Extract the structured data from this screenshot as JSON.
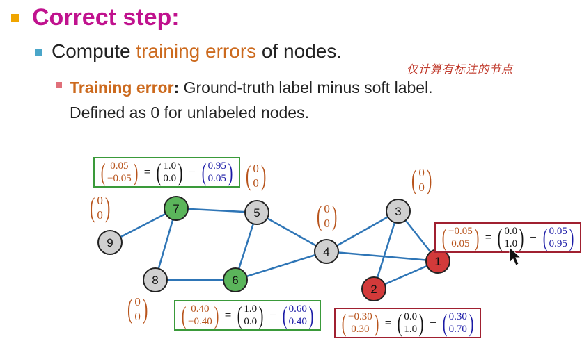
{
  "heading": "Correct step:",
  "line2": {
    "prefix": "Compute ",
    "highlight": "training errors",
    "suffix": " of nodes."
  },
  "line3": {
    "term": "Training error",
    "colon": ":",
    "text1": " Ground-truth label minus soft label.",
    "text2": "Defined as 0 for unlabeled nodes."
  },
  "annotation": "仅计算有标注的节点",
  "colors": {
    "heading": "#c0128e",
    "bullet1": "#f0a500",
    "bullet2": "#4aa6c9",
    "bullet3": "#e0707a",
    "accent": "#cc6a1e",
    "edge": "#2e75b6",
    "node_gray": "#d0d0d0",
    "node_green": "#5bb55b",
    "node_red": "#d23a3a",
    "box_green": "#3a9a3a",
    "box_red": "#a02030"
  },
  "nodes": [
    {
      "id": "1",
      "label": "1",
      "color": "red"
    },
    {
      "id": "2",
      "label": "2",
      "color": "red"
    },
    {
      "id": "3",
      "label": "3",
      "color": "gray"
    },
    {
      "id": "4",
      "label": "4",
      "color": "gray"
    },
    {
      "id": "5",
      "label": "5",
      "color": "gray"
    },
    {
      "id": "6",
      "label": "6",
      "color": "green"
    },
    {
      "id": "7",
      "label": "7",
      "color": "green"
    },
    {
      "id": "8",
      "label": "8",
      "color": "gray"
    },
    {
      "id": "9",
      "label": "9",
      "color": "gray"
    }
  ],
  "edges": [
    [
      "9",
      "7"
    ],
    [
      "7",
      "5"
    ],
    [
      "7",
      "8"
    ],
    [
      "8",
      "6"
    ],
    [
      "6",
      "5"
    ],
    [
      "6",
      "4"
    ],
    [
      "5",
      "4"
    ],
    [
      "4",
      "3"
    ],
    [
      "4",
      "1"
    ],
    [
      "3",
      "1"
    ],
    [
      "3",
      "2"
    ],
    [
      "2",
      "1"
    ]
  ],
  "equations": {
    "node7": {
      "lhs": [
        "0.05",
        "−0.05"
      ],
      "truth": [
        "1.0",
        "0.0"
      ],
      "soft": [
        "0.95",
        "0.05"
      ]
    },
    "node6": {
      "lhs": [
        "0.40",
        "−0.40"
      ],
      "truth": [
        "1.0",
        "0.0"
      ],
      "soft": [
        "0.60",
        "0.40"
      ]
    },
    "node1": {
      "lhs": [
        "−0.05",
        "0.05"
      ],
      "truth": [
        "0.0",
        "1.0"
      ],
      "soft": [
        "0.05",
        "0.95"
      ]
    },
    "node2": {
      "lhs": [
        "−0.30",
        "0.30"
      ],
      "truth": [
        "0.0",
        "1.0"
      ],
      "soft": [
        "0.30",
        "0.70"
      ]
    }
  },
  "zero_vector": [
    "0",
    "0"
  ],
  "ops": {
    "eq": "=",
    "minus": "−"
  }
}
